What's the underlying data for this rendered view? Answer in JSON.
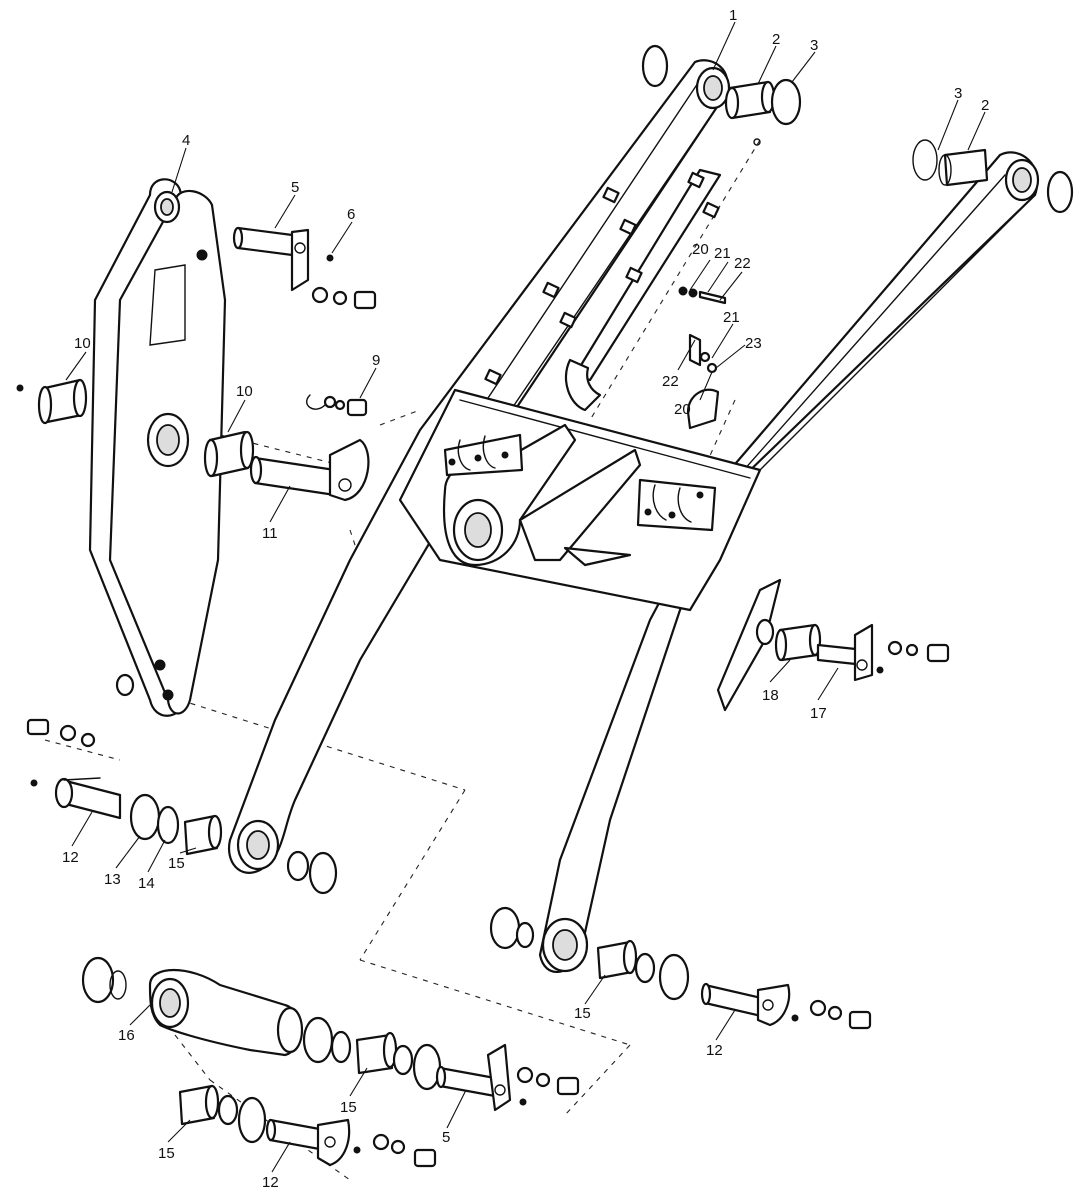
{
  "labels": {
    "1": "1",
    "2": "2",
    "3": "3",
    "4": "4",
    "5": "5",
    "6": "6",
    "9": "9",
    "10": "10",
    "11": "11",
    "12": "12",
    "13": "13",
    "14": "14",
    "15": "15",
    "16": "16",
    "17": "17",
    "18": "18",
    "20": "20",
    "21": "21",
    "22": "22",
    "23": "23"
  }
}
